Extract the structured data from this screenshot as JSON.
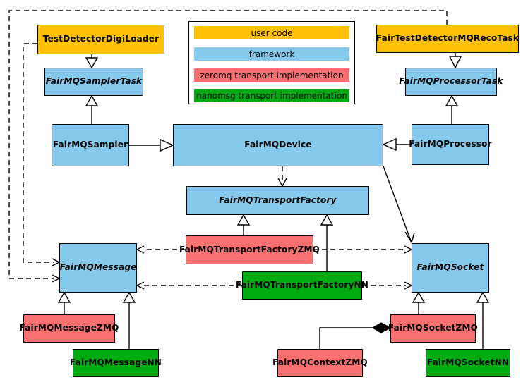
{
  "colors": {
    "user_code": "#ffc107",
    "framework": "#85c9ec",
    "zeromq": "#f97070",
    "nanomsg": "#00ab11",
    "border": "#000000",
    "background": "#ffffff"
  },
  "legend": {
    "items": [
      {
        "label": "user code",
        "category": "user_code"
      },
      {
        "label": "framework",
        "category": "framework"
      },
      {
        "label": "zeromq transport implementation",
        "category": "zeromq"
      },
      {
        "label": "nanomsg transport implementation",
        "category": "nanomsg"
      }
    ]
  },
  "nodes": {
    "testDetectorDigiLoader": {
      "label": "TestDetectorDigiLoader",
      "category": "user_code",
      "abstract": false
    },
    "fairTestDetectorMQRecoTask": {
      "label": "FairTestDetectorMQRecoTask",
      "category": "user_code",
      "abstract": false
    },
    "fairMQSamplerTask": {
      "label": "FairMQSamplerTask",
      "category": "framework",
      "abstract": true
    },
    "fairMQProcessorTask": {
      "label": "FairMQProcessorTask",
      "category": "framework",
      "abstract": true
    },
    "fairMQSampler": {
      "label": "FairMQSampler",
      "category": "framework",
      "abstract": false
    },
    "fairMQDevice": {
      "label": "FairMQDevice",
      "category": "framework",
      "abstract": false
    },
    "fairMQProcessor": {
      "label": "FairMQProcessor",
      "category": "framework",
      "abstract": false
    },
    "fairMQTransportFactory": {
      "label": "FairMQTransportFactory",
      "category": "framework",
      "abstract": true
    },
    "fairMQTransportFactoryZMQ": {
      "label": "FairMQTransportFactoryZMQ",
      "category": "zeromq",
      "abstract": false
    },
    "fairMQTransportFactoryNN": {
      "label": "FairMQTransportFactoryNN",
      "category": "nanomsg",
      "abstract": false
    },
    "fairMQMessage": {
      "label": "FairMQMessage",
      "category": "framework",
      "abstract": true
    },
    "fairMQSocket": {
      "label": "FairMQSocket",
      "category": "framework",
      "abstract": true
    },
    "fairMQMessageZMQ": {
      "label": "FairMQMessageZMQ",
      "category": "zeromq",
      "abstract": false
    },
    "fairMQMessageNN": {
      "label": "FairMQMessageNN",
      "category": "nanomsg",
      "abstract": false
    },
    "fairMQContextZMQ": {
      "label": "FairMQContextZMQ",
      "category": "zeromq",
      "abstract": false
    },
    "fairMQSocketZMQ": {
      "label": "FairMQSocketZMQ",
      "category": "zeromq",
      "abstract": false
    },
    "fairMQSocketNN": {
      "label": "FairMQSocketNN",
      "category": "nanomsg",
      "abstract": false
    }
  },
  "relationships": [
    {
      "from": "TestDetectorDigiLoader",
      "to": "FairMQSamplerTask",
      "type": "generalization"
    },
    {
      "from": "FairMQSampler",
      "to": "FairMQSamplerTask",
      "type": "generalization"
    },
    {
      "from": "FairTestDetectorMQRecoTask",
      "to": "FairMQProcessorTask",
      "type": "generalization"
    },
    {
      "from": "FairMQProcessor",
      "to": "FairMQProcessorTask",
      "type": "generalization"
    },
    {
      "from": "FairMQSampler",
      "to": "FairMQDevice",
      "type": "generalization"
    },
    {
      "from": "FairMQProcessor",
      "to": "FairMQDevice",
      "type": "generalization"
    },
    {
      "from": "FairMQTransportFactoryZMQ",
      "to": "FairMQTransportFactory",
      "type": "generalization"
    },
    {
      "from": "FairMQTransportFactoryNN",
      "to": "FairMQTransportFactory",
      "type": "generalization"
    },
    {
      "from": "FairMQMessageZMQ",
      "to": "FairMQMessage",
      "type": "generalization"
    },
    {
      "from": "FairMQMessageNN",
      "to": "FairMQMessage",
      "type": "generalization"
    },
    {
      "from": "FairMQSocketZMQ",
      "to": "FairMQSocket",
      "type": "generalization"
    },
    {
      "from": "FairMQSocketNN",
      "to": "FairMQSocket",
      "type": "generalization"
    },
    {
      "from": "FairMQDevice",
      "to": "FairMQTransportFactory",
      "type": "dependency-dashed"
    },
    {
      "from": "FairMQDevice",
      "to": "FairMQSocket",
      "type": "association-arrow"
    },
    {
      "from": "TestDetectorDigiLoader",
      "to": "FairMQMessage",
      "type": "dependency-dashed"
    },
    {
      "from": "FairTestDetectorMQRecoTask",
      "to": "FairMQMessage",
      "type": "dependency-dashed"
    },
    {
      "from": "FairMQTransportFactoryZMQ",
      "to": "FairMQMessage",
      "type": "dependency-dashed"
    },
    {
      "from": "FairMQTransportFactoryZMQ",
      "to": "FairMQSocket",
      "type": "dependency-dashed"
    },
    {
      "from": "FairMQTransportFactoryNN",
      "to": "FairMQMessage",
      "type": "dependency-dashed"
    },
    {
      "from": "FairMQTransportFactoryNN",
      "to": "FairMQSocket",
      "type": "dependency-dashed"
    },
    {
      "from": "FairMQContextZMQ",
      "to": "FairMQSocketZMQ",
      "type": "composition"
    }
  ]
}
